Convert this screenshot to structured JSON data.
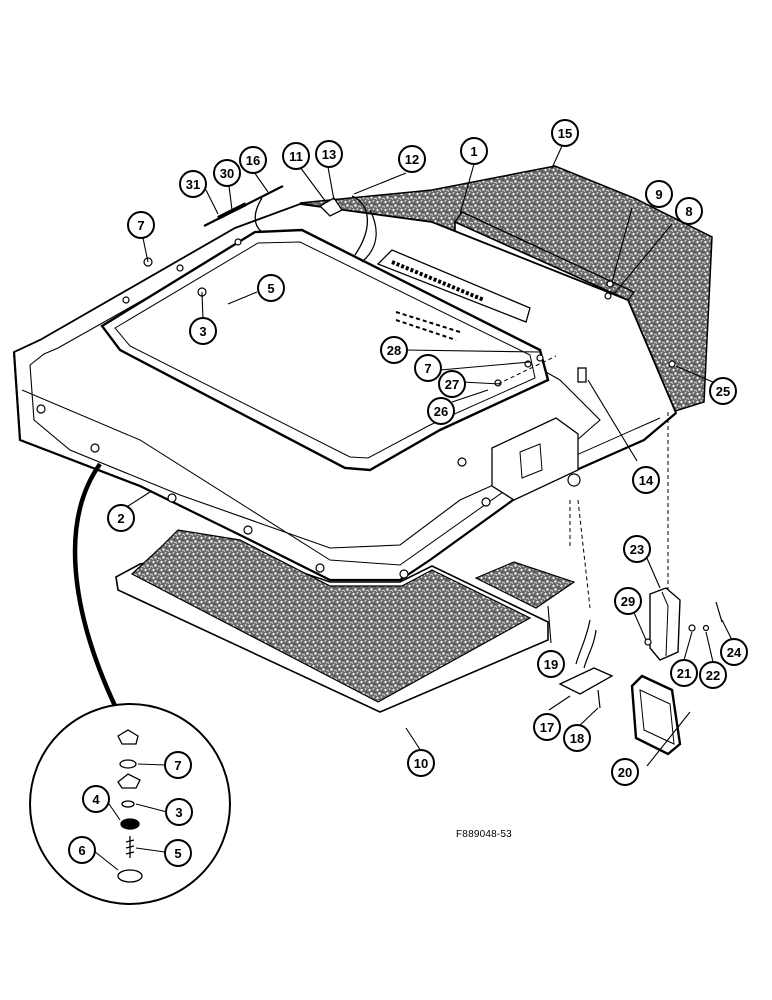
{
  "figure": {
    "code": "F889048-53",
    "colors": {
      "ink": "#000000",
      "paper": "#ffffff",
      "carpet_dot": "#222222"
    }
  },
  "callouts": [
    {
      "id": "c1",
      "label": "1"
    },
    {
      "id": "c2",
      "label": "2"
    },
    {
      "id": "c3a",
      "label": "3"
    },
    {
      "id": "c3b",
      "label": "3"
    },
    {
      "id": "c4",
      "label": "4"
    },
    {
      "id": "c5a",
      "label": "5"
    },
    {
      "id": "c5b",
      "label": "5"
    },
    {
      "id": "c6",
      "label": "6"
    },
    {
      "id": "c7a",
      "label": "7"
    },
    {
      "id": "c7b",
      "label": "7"
    },
    {
      "id": "c7c",
      "label": "7"
    },
    {
      "id": "c8",
      "label": "8"
    },
    {
      "id": "c9",
      "label": "9"
    },
    {
      "id": "c10",
      "label": "10"
    },
    {
      "id": "c11",
      "label": "11"
    },
    {
      "id": "c12",
      "label": "12"
    },
    {
      "id": "c13",
      "label": "13"
    },
    {
      "id": "c14",
      "label": "14"
    },
    {
      "id": "c15",
      "label": "15"
    },
    {
      "id": "c16",
      "label": "16"
    },
    {
      "id": "c17",
      "label": "17"
    },
    {
      "id": "c18",
      "label": "18"
    },
    {
      "id": "c19",
      "label": "19"
    },
    {
      "id": "c20",
      "label": "20"
    },
    {
      "id": "c21",
      "label": "21"
    },
    {
      "id": "c22",
      "label": "22"
    },
    {
      "id": "c23",
      "label": "23"
    },
    {
      "id": "c24",
      "label": "24"
    },
    {
      "id": "c25",
      "label": "25"
    },
    {
      "id": "c26",
      "label": "26"
    },
    {
      "id": "c27",
      "label": "27"
    },
    {
      "id": "c28",
      "label": "28"
    },
    {
      "id": "c29",
      "label": "29"
    },
    {
      "id": "c30",
      "label": "30"
    },
    {
      "id": "c31",
      "label": "31"
    }
  ]
}
